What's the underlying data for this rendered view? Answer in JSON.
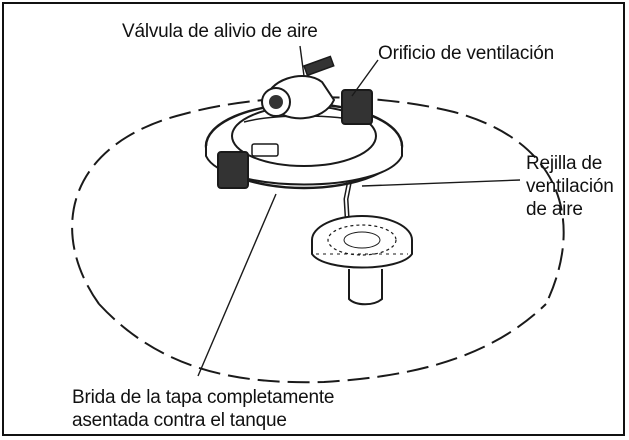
{
  "labels": {
    "air_relief_valve": "Válvula de alivio de aire",
    "vent_hole": "Orificio de ventilación",
    "air_vent_grid": [
      "Rejilla de",
      "ventilación",
      "de aire"
    ],
    "lid_flange": [
      "Brida de la tapa completamente",
      "asentada contra el tanque"
    ]
  },
  "colors": {
    "line": "#1a1a1a",
    "fill": "#ffffff",
    "frame": "#111111"
  }
}
